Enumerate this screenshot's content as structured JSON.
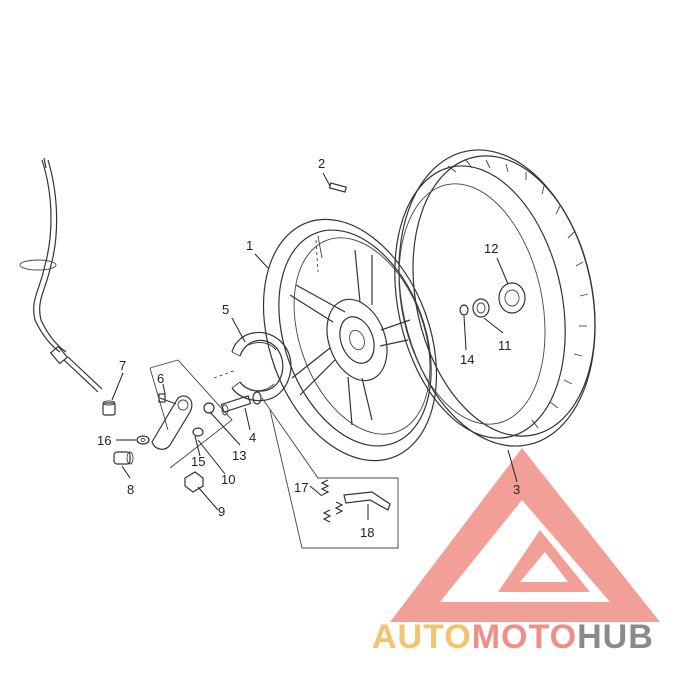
{
  "callouts": {
    "c1": "1",
    "c2": "2",
    "c3": "3",
    "c4": "4",
    "c5": "5",
    "c6": "6",
    "c7": "7",
    "c8": "8",
    "c9": "9",
    "c10": "10",
    "c11": "11",
    "c12": "12",
    "c13": "13",
    "c14": "14",
    "c15": "15",
    "c16": "16",
    "c17": "17",
    "c18": "18"
  },
  "watermark": {
    "part1": "AUTO",
    "part2": "MOTO",
    "part3": "HUB",
    "colors": {
      "triangle": "#ef8f86",
      "auto": "#f4c36b",
      "moto": "#ef8f86",
      "hub": "#8a8a8a"
    }
  },
  "colors": {
    "line": "#333333",
    "background": "#ffffff"
  }
}
